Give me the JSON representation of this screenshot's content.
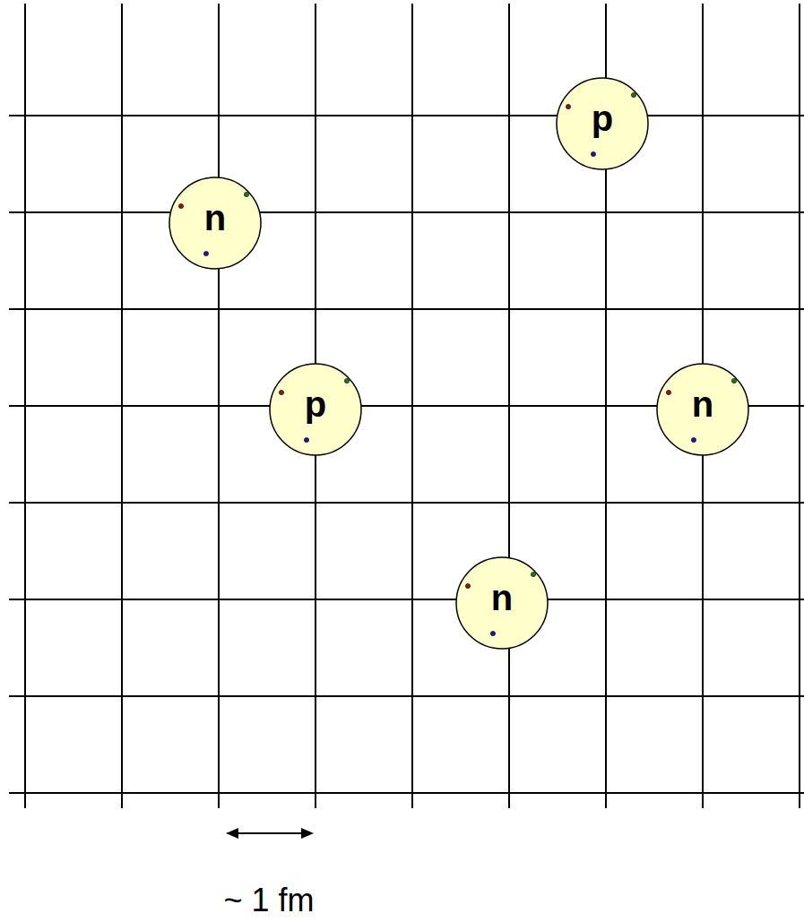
{
  "diagram": {
    "nodes": [
      {
        "text": [
          "p"
        ]
      },
      {
        "text": [
          "n"
        ]
      },
      {
        "text": [
          "p"
        ]
      },
      {
        "text": [
          "n"
        ]
      },
      {
        "text": [
          "n"
        ]
      }
    ],
    "labels": [
      "~ 1 fm"
    ]
  }
}
